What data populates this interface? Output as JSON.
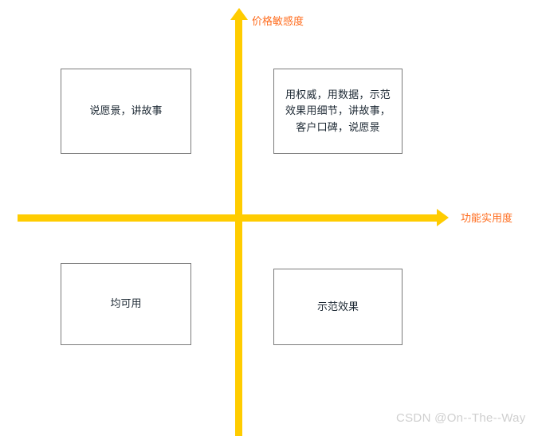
{
  "chart_data": {
    "type": "scatter",
    "title": "",
    "subtitle": "",
    "xlabel": "功能实用度",
    "ylabel": "价格敏感度",
    "grid": false,
    "legend": null,
    "axes": {
      "vertical_axis_name": "价格敏感度",
      "horizontal_axis_name": "功能实用度",
      "origin_label": "",
      "axis_color": "#ffcc00",
      "label_color": "#ff6d1f"
    },
    "quadrants": [
      {
        "position": "top-left",
        "id": "quadrant-high-price-low-function",
        "text": "说愿景，讲故事"
      },
      {
        "position": "top-right",
        "id": "quadrant-high-price-high-function",
        "text": "用权威，用数据，示范效果用细节，讲故事，客户口碑，说愿景"
      },
      {
        "position": "bottom-left",
        "id": "quadrant-low-price-low-function",
        "text": "均可用"
      },
      {
        "position": "bottom-right",
        "id": "quadrant-low-price-high-function",
        "text": "示范效果"
      }
    ]
  },
  "watermark": {
    "text": "CSDN @On--The--Way"
  },
  "icons": {
    "arrow-up": "arrow-up-icon",
    "arrow-right": "arrow-right-icon"
  }
}
